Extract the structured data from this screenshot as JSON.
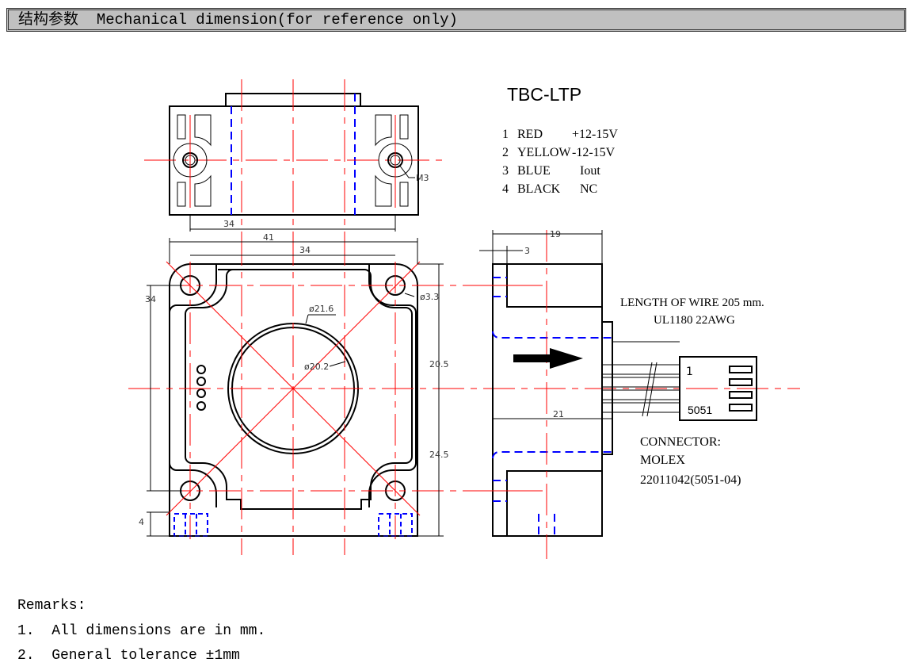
{
  "header": {
    "title_cn": "结构参数",
    "title_en": "Mechanical dimension(for reference only)"
  },
  "drawing": {
    "model": "TBC-LTP",
    "pinout": [
      {
        "num": "1",
        "color": "RED",
        "signal": "+12-15V"
      },
      {
        "num": "2",
        "color": "YELLOW",
        "signal": "-12-15V"
      },
      {
        "num": "3",
        "color": "BLUE",
        "signal": "Iout"
      },
      {
        "num": "4",
        "color": "BLACK",
        "signal": "NC"
      }
    ],
    "top_view": {
      "thread_label": "M3",
      "dim_width": "34"
    },
    "front_view": {
      "dim_overall_width": "41",
      "dim_hole_pitch_h": "34",
      "dim_hole_pitch_v": "34",
      "dim_base": "4",
      "dim_upper": "20.5",
      "dim_lower": "24.5",
      "hole_dia": "ø3.3",
      "outer_dia": "ø21.6",
      "inner_dia": "ø20.2"
    },
    "side_view": {
      "dim_depth": "19",
      "dim_step": "3",
      "dim_total": "21",
      "wire_length": "LENGTH OF WIRE 205 mm.",
      "wire_spec": "UL1180 22AWG",
      "connector_pin1": "1",
      "connector_code": "5051",
      "connector_label": "CONNECTOR:",
      "connector_brand": "MOLEX",
      "connector_part": "22011042(5051-04)"
    }
  },
  "remarks": {
    "title": "Remarks:",
    "items": [
      "1.  All dimensions are in mm.",
      "2.  General tolerance ±1mm"
    ]
  }
}
